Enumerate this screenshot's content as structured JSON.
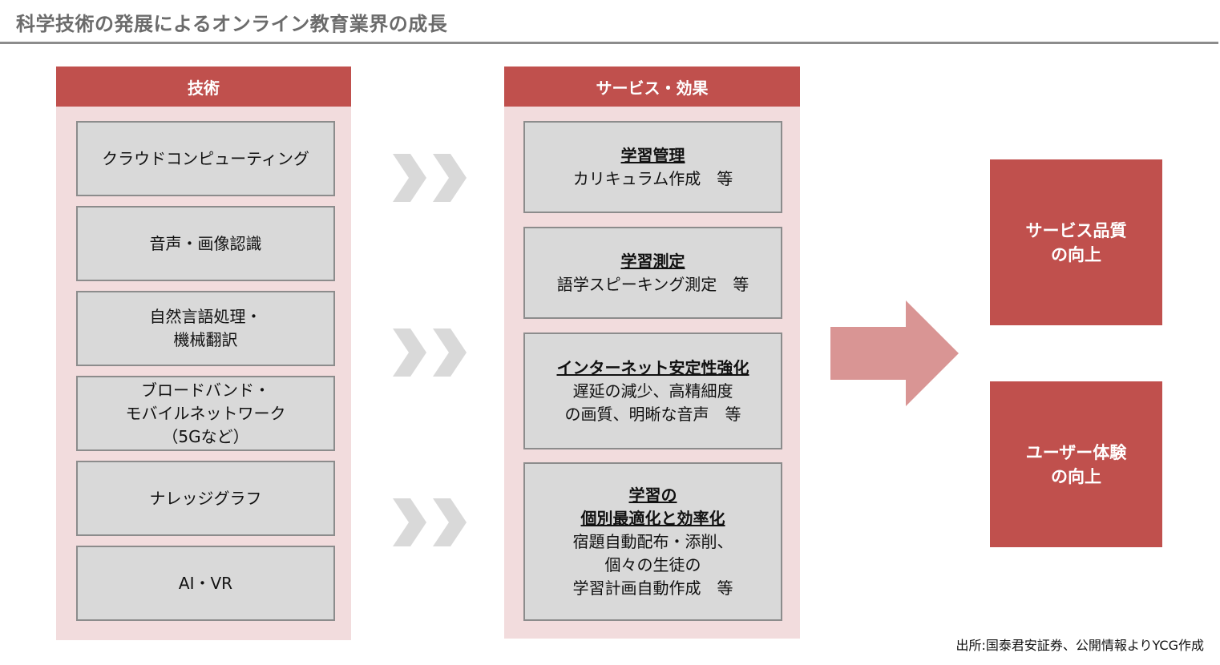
{
  "title": "科学技術の発展によるオンライン教育業界の成長",
  "colors": {
    "header": "#c0504d",
    "panel_bg": "#f2dcdd",
    "box_bg": "#d9d9d9",
    "arrow": "#d99594",
    "chevron": "#d9d9d9"
  },
  "technology": {
    "header": "技術",
    "items": [
      "クラウドコンピューティング",
      "音声・画像認識",
      "自然言語処理・\n機械翻訳",
      "ブロードバンド・\nモバイルネットワーク\n（5Gなど）",
      "ナレッジグラフ",
      "AI・VR"
    ]
  },
  "services": {
    "header": "サービス・効果",
    "items": [
      {
        "title": "学習管理",
        "detail": "カリキュラム作成　等"
      },
      {
        "title": "学習測定",
        "detail": "語学スピーキング測定　等"
      },
      {
        "title": "インターネット安定性強化",
        "detail": "遅延の減少、高精細度\nの画質、明晰な音声　等"
      },
      {
        "title": "学習の\n個別最適化と効率化",
        "detail": "宿題自動配布・添削、\n個々の生徒の\n学習計画自動作成　等"
      }
    ]
  },
  "results": [
    "サービス品質\nの向上",
    "ユーザー体験\nの向上"
  ],
  "source": "出所:国泰君安証券、公開情報よりYCG作成"
}
